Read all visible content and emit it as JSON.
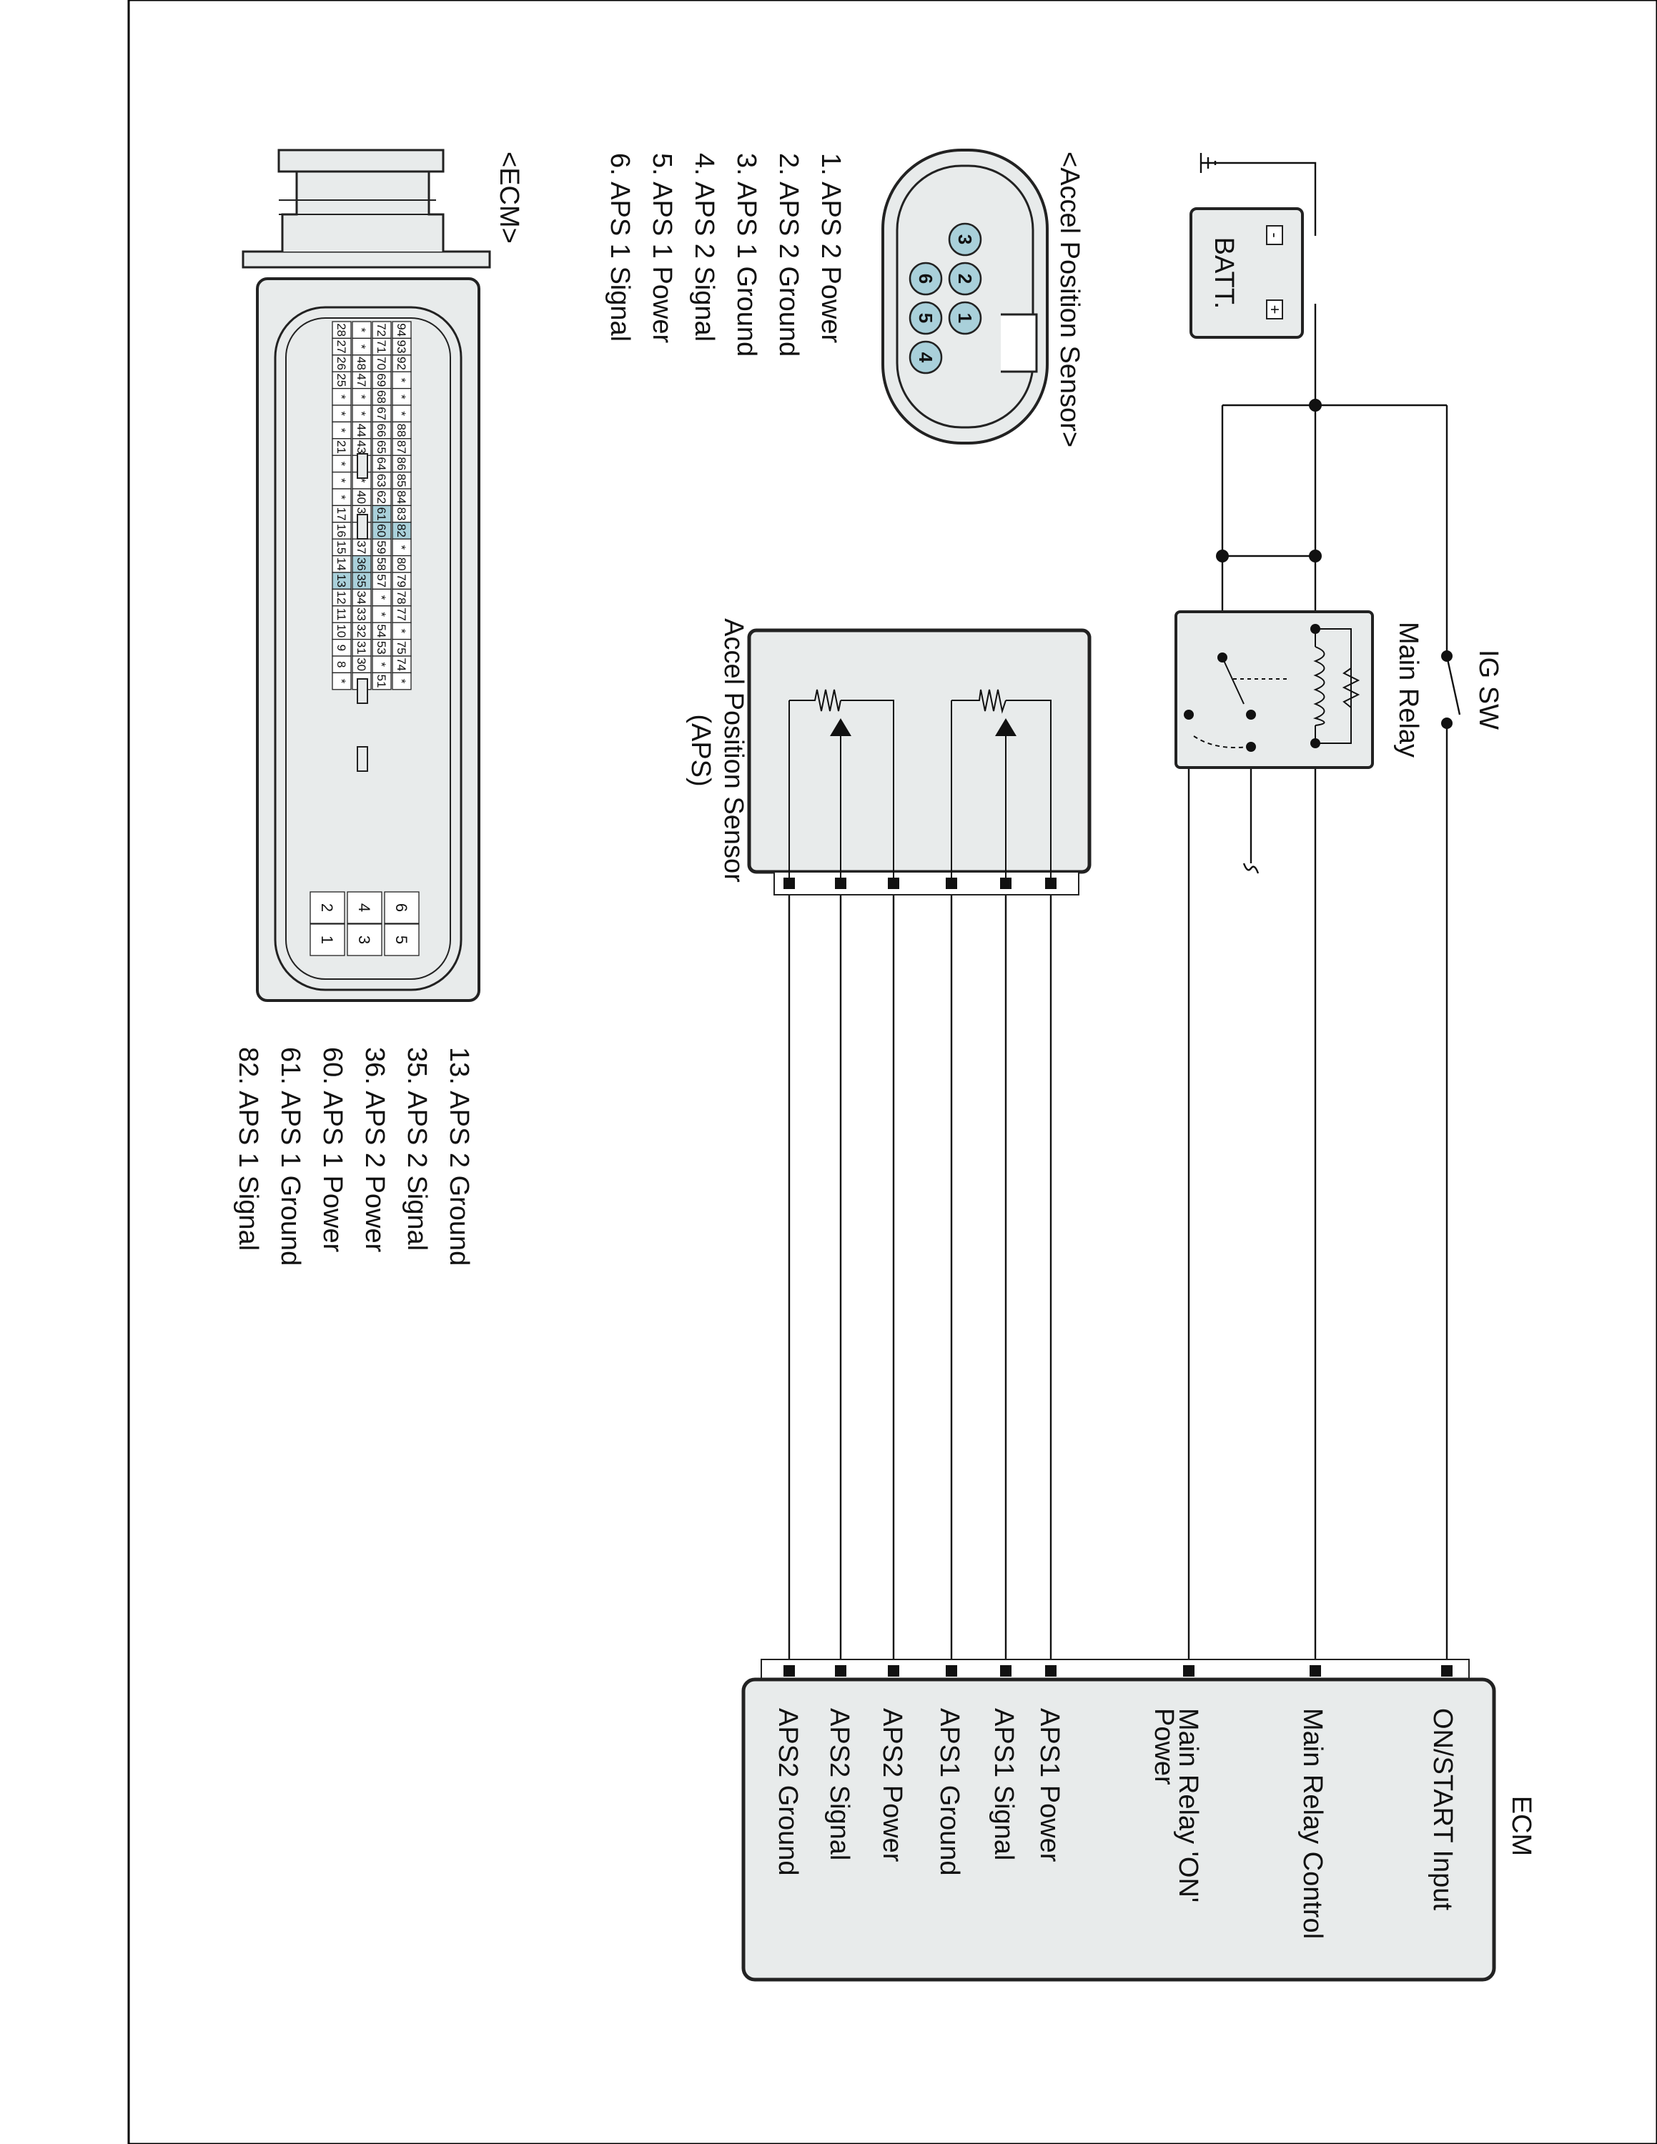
{
  "title": "",
  "components": {
    "ig_sw": "IG SW",
    "main_relay": "Main Relay",
    "batt": "BATT.",
    "batt_minus": "-",
    "batt_plus": "+",
    "aps_box_line1": "Accel Position Sensor",
    "aps_box_line2": "(APS)",
    "ecm_box": "ECM"
  },
  "ecm_terminals": [
    "ON/START Input",
    "Main Relay Control",
    "Main Relay 'ON'",
    "Power",
    "APS1 Power",
    "APS1 Signal",
    "APS1 Ground",
    "APS2 Power",
    "APS2 Signal",
    "APS2 Ground"
  ],
  "aps_connector": {
    "header": "<Accel Position Sensor>",
    "pins": [
      "1",
      "2",
      "3",
      "4",
      "5",
      "6"
    ],
    "legend": [
      "1. APS 2 Power",
      "2. APS 2 Ground",
      "3. APS 1 Ground",
      "4. APS 2 Signal",
      "5. APS 1 Power",
      "6. APS 1 Signal"
    ]
  },
  "ecm_connector": {
    "header": "<ECM>",
    "rows": [
      [
        "94",
        "93",
        "92",
        "*",
        "*",
        "*",
        "88",
        "87",
        "86",
        "85",
        "84",
        "83",
        "82",
        "*",
        "80",
        "79",
        "78",
        "77",
        "*",
        "75",
        "74",
        "*"
      ],
      [
        "72",
        "71",
        "70",
        "69",
        "68",
        "67",
        "66",
        "65",
        "64",
        "63",
        "62",
        "61",
        "60",
        "59",
        "58",
        "57",
        "*",
        "*",
        "54",
        "53",
        "*",
        "51"
      ],
      [
        "*",
        "*",
        "48",
        "47",
        "*",
        "*",
        "44",
        "43",
        "*",
        "*",
        "40",
        "39",
        "38",
        "37",
        "36",
        "35",
        "34",
        "33",
        "32",
        "31",
        "30",
        "*"
      ],
      [
        "28",
        "27",
        "26",
        "25",
        "*",
        "*",
        "*",
        "21",
        "*",
        "*",
        "*",
        "17",
        "16",
        "15",
        "14",
        "13",
        "12",
        "11",
        "10",
        "9",
        "8",
        "*"
      ]
    ],
    "highlighted": [
      "82",
      "61",
      "60",
      "36",
      "35",
      "13"
    ],
    "small_block": [
      "6",
      "5",
      "4",
      "3",
      "2",
      "1"
    ],
    "legend": [
      "13. APS 2 Ground",
      "35. APS 2 Signal",
      "36. APS 2 Power",
      "60. APS 1 Power",
      "61. APS 1 Ground",
      "82. APS 1 Signal"
    ]
  }
}
